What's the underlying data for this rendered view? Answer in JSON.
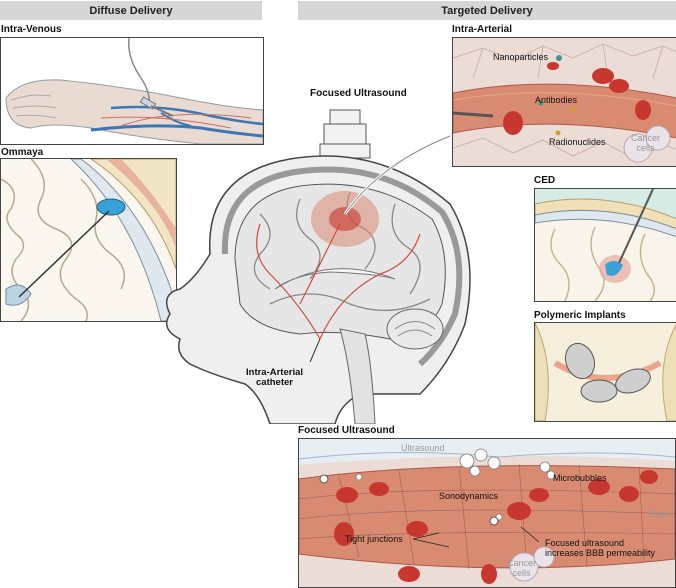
{
  "headers": {
    "diffuse": "Diffuse Delivery",
    "targeted": "Targeted Delivery"
  },
  "panels": {
    "intra_venous": "Intra-Venous",
    "ommaya": "Ommaya",
    "intra_arterial": "Intra-Arterial",
    "ced": "CED",
    "polymeric": "Polymeric Implants",
    "focused_ultrasound": "Focused Ultrasound"
  },
  "center": {
    "focused_ultrasound_label": "Focused Ultrasound",
    "catheter_label_1": "Intra-Arterial",
    "catheter_label_2": "catheter"
  },
  "intra_arterial_annotations": {
    "nanoparticles": "Nanoparticles",
    "antibodies": "Antibodies",
    "radionuclides": "Radionuclides",
    "cancer": "Cancer",
    "cells": "cells"
  },
  "fus_annotations": {
    "ultrasound": "Ultrasound",
    "microbubbles": "Microbubbles",
    "sonodynamics": "Sonodynamics",
    "brain": "Brain",
    "tight_junctions": "Tight junctions",
    "bbb_1": "Focused ultrasound",
    "bbb_2": "increases BBB permeability",
    "cancer": "Cancer",
    "cells": "cells"
  },
  "colors": {
    "tissue": "#e9d2c8",
    "vessel": "#d35a4a",
    "rbc": "#c8372d",
    "vein_blue": "#3a78b5",
    "drug_blue": "#3aa0d8",
    "bone": "#f0e4c0"
  }
}
